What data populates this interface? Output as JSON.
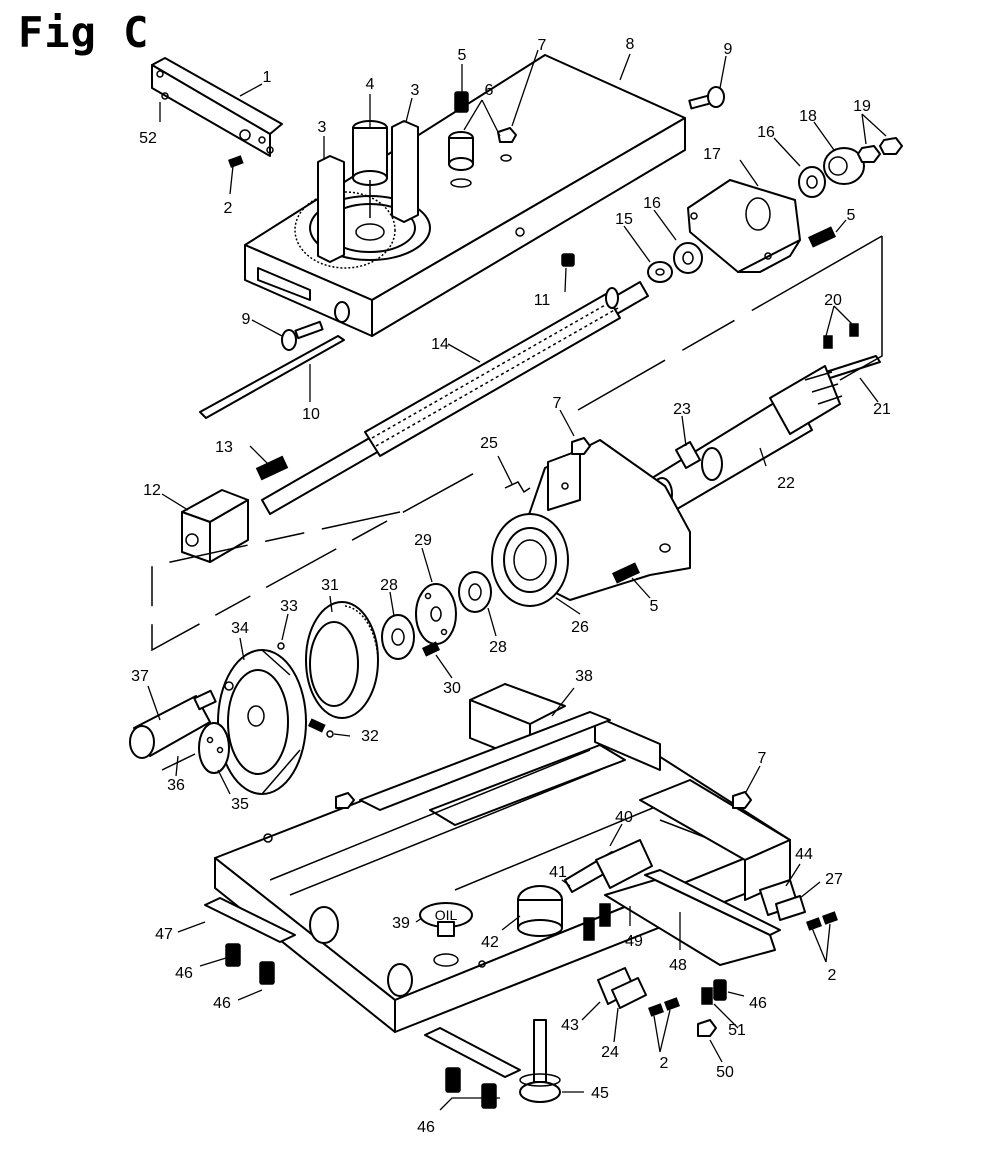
{
  "figure": {
    "title": "Fig C",
    "oil_cap_text": "OIL"
  },
  "part_labels": [
    "1",
    "52",
    "2",
    "3",
    "3",
    "4",
    "5",
    "6",
    "7",
    "8",
    "9",
    "9",
    "10",
    "11",
    "12",
    "13",
    "14",
    "15",
    "16",
    "16",
    "17",
    "18",
    "19",
    "5",
    "20",
    "21",
    "22",
    "23",
    "7",
    "25",
    "26",
    "5",
    "28",
    "28",
    "29",
    "30",
    "31",
    "32",
    "33",
    "34",
    "35",
    "36",
    "37",
    "38",
    "7",
    "40",
    "41",
    "42",
    "39",
    "43",
    "24",
    "2",
    "2",
    "44",
    "27",
    "45",
    "46",
    "46",
    "46",
    "46",
    "47",
    "48",
    "49",
    "50",
    "51"
  ]
}
